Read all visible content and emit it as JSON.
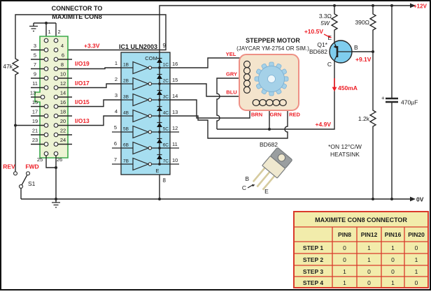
{
  "connector": {
    "title1": "CONNECTOR TO",
    "title2": "MAXIMITE CON8",
    "pin1": "1",
    "pin2": "2",
    "left_pins": [
      "3",
      "5",
      "7",
      "9",
      "11",
      "13",
      "15",
      "17",
      "19",
      "21",
      "23"
    ],
    "right_pins": [
      "4",
      "6",
      "8",
      "10",
      "12",
      "14",
      "16",
      "18",
      "20",
      "22",
      "24"
    ],
    "pin25": "25",
    "pin26": "26",
    "v33": "+3.3V",
    "io_labels": [
      "I/O19",
      "I/O17",
      "I/O15",
      "I/O13"
    ],
    "r_pullup": "47k"
  },
  "direction_switch": {
    "rev": "REV",
    "fwd": "FWD",
    "s1": "S1"
  },
  "ic1": {
    "label": "IC1 ULN2003",
    "pin9": "9",
    "com": "COM",
    "e": "E",
    "pin8": "8",
    "in_nums": [
      "1",
      "2",
      "3",
      "4",
      "5",
      "6",
      "7"
    ],
    "in_labels": [
      "1B",
      "2B",
      "3B",
      "4B",
      "5B",
      "6B",
      "7B"
    ],
    "out_labels": [
      "1C",
      "2C",
      "3C",
      "4C",
      "5C",
      "6C",
      "7C"
    ],
    "out_nums": [
      "16",
      "15",
      "14",
      "13",
      "12",
      "11",
      "10"
    ]
  },
  "motor": {
    "title": "STEPPER MOTOR",
    "subtitle": "(JAYCAR YM-2754 OR SIM.)",
    "wires": [
      "YEL",
      "GRY",
      "BLU",
      "BRN",
      "GRN",
      "RED"
    ]
  },
  "power": {
    "v12": "+12V",
    "r1": "3.3Ω",
    "r1_w": "5W",
    "r2": "390Ω",
    "v105": "+10.5V",
    "q1_ref": "Q1*",
    "q1_part": "BD682",
    "e": "E",
    "b": "B",
    "c": "C",
    "v91": "+9.1V",
    "i450": "450mA",
    "cap": "470µF",
    "cap_plus": "+",
    "r3": "1.2k",
    "v49": "+4.9V",
    "v0": "0V",
    "note1": "*ON 12°C/W",
    "note2": "HEATSINK"
  },
  "package": {
    "label": "BD682",
    "b": "B",
    "c": "C",
    "e": "E"
  },
  "step_table": {
    "title": "MAXIMITE CON8 CONNECTOR",
    "col_headers": [
      "PIN8",
      "PIN12",
      "PIN16",
      "PIN20"
    ],
    "rows": [
      {
        "label": "STEP 1",
        "values": [
          "0",
          "1",
          "1",
          "0"
        ]
      },
      {
        "label": "STEP 2",
        "values": [
          "0",
          "1",
          "0",
          "1"
        ]
      },
      {
        "label": "STEP 3",
        "values": [
          "1",
          "0",
          "0",
          "1"
        ]
      },
      {
        "label": "STEP 4",
        "values": [
          "1",
          "0",
          "1",
          "0"
        ]
      }
    ]
  },
  "colors": {
    "accent_red": "#ed1c24",
    "ic_fill": "#a6def0",
    "connector_green": "#3aaa4a",
    "connector_fill": "#edf3d4",
    "motor_fill": "#f4e4cc",
    "motor_stroke": "#ee9085",
    "gear_fill": "#a5d1e8",
    "q1_fill": "#7fcdee",
    "table_red": "#d93a2b",
    "table_fill": "#f2ecab"
  }
}
